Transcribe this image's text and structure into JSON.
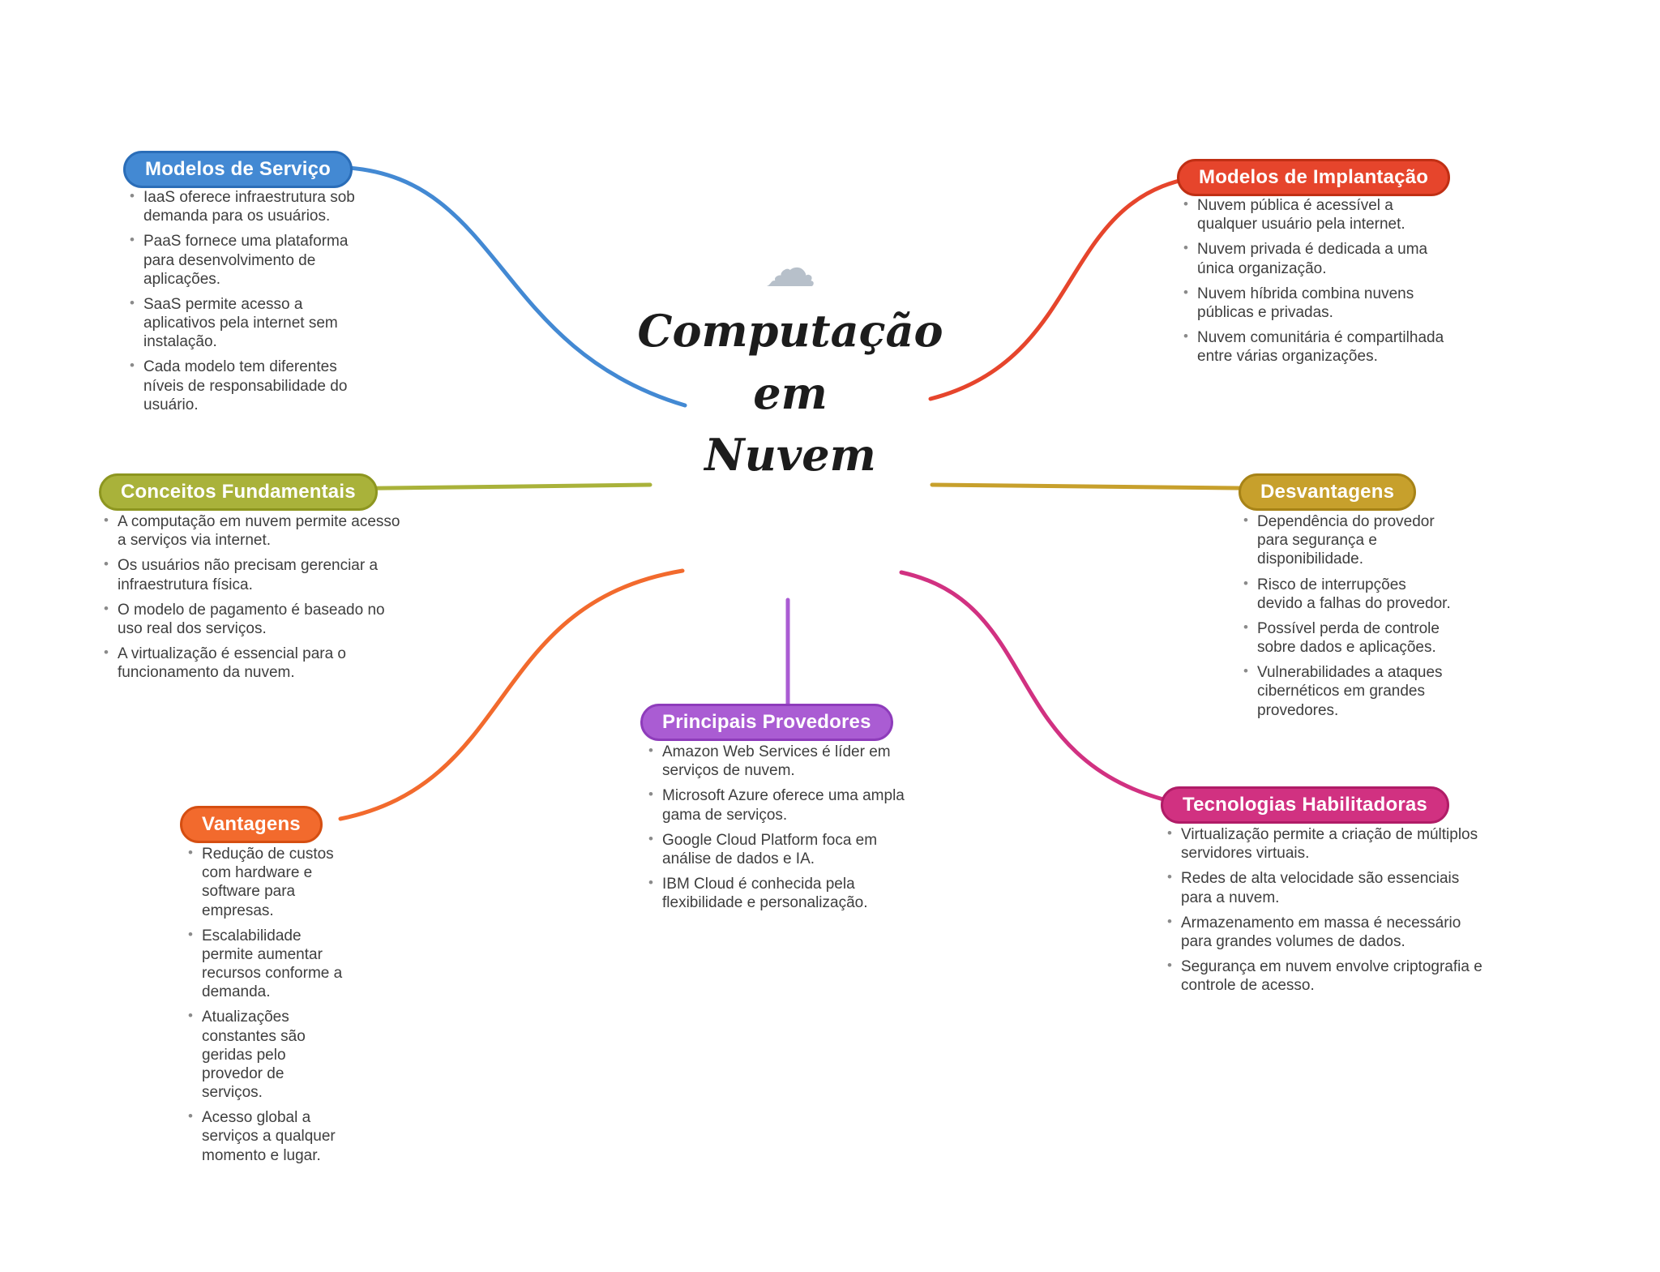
{
  "center": {
    "title_lines": [
      "Computação",
      "em",
      "Nuvem"
    ],
    "cloud_glyph": "☁",
    "cloud_color": "#b7c0ca"
  },
  "branches": [
    {
      "id": "modelos-de-servico",
      "title": "Modelos de Serviço",
      "color": "#4389d3",
      "border_color": "#2a6db8",
      "bullets": [
        "IaaS oferece infraestrutura sob demanda para os usuários.",
        "PaaS fornece uma plataforma para desenvolvimento de aplicações.",
        "SaaS permite acesso a aplicativos pela internet sem instalação.",
        "Cada modelo tem diferentes níveis de responsabilidade do usuário."
      ]
    },
    {
      "id": "modelos-de-implantacao",
      "title": "Modelos de Implantação",
      "color": "#e6452c",
      "border_color": "#c02f14",
      "bullets": [
        "Nuvem pública é acessível a qualquer usuário pela internet.",
        "Nuvem privada é dedicada a uma única organização.",
        "Nuvem híbrida combina nuvens públicas e privadas.",
        "Nuvem comunitária é compartilhada entre várias organizações."
      ]
    },
    {
      "id": "conceitos-fundamentais",
      "title": "Conceitos Fundamentais",
      "color": "#a9b23a",
      "border_color": "#8d9620",
      "bullets": [
        "A computação em nuvem permite acesso a serviços via internet.",
        "Os usuários não precisam gerenciar a infraestrutura física.",
        "O modelo de pagamento é baseado no uso real dos serviços.",
        "A virtualização é essencial para o funcionamento da nuvem."
      ]
    },
    {
      "id": "desvantagens",
      "title": "Desvantagens",
      "color": "#c7a02c",
      "border_color": "#a78317",
      "bullets": [
        "Dependência do provedor para segurança e disponibilidade.",
        "Risco de interrupções devido a falhas do provedor.",
        "Possível perda de controle sobre dados e aplicações.",
        "Vulnerabilidades a ataques cibernéticos em grandes provedores."
      ]
    },
    {
      "id": "vantagens",
      "title": "Vantagens",
      "color": "#f26a2d",
      "border_color": "#d54e11",
      "bullets": [
        "Redução de custos com hardware e software para empresas.",
        "Escalabilidade permite aumentar recursos conforme a demanda.",
        "Atualizações constantes são geridas pelo provedor de serviços.",
        "Acesso global a serviços a qualquer momento e lugar."
      ]
    },
    {
      "id": "principais-provedores",
      "title": "Principais Provedores",
      "color": "#aa5cd3",
      "border_color": "#8e3cbb",
      "bullets": [
        "Amazon Web Services é líder em serviços de nuvem.",
        "Microsoft Azure oferece uma ampla gama de serviços.",
        "Google Cloud Platform foca em análise de dados e IA.",
        "IBM Cloud é conhecida pela flexibilidade e personalização."
      ]
    },
    {
      "id": "tecnologias-habilitadoras",
      "title": "Tecnologias Habilitadoras",
      "color": "#d13181",
      "border_color": "#b01c67",
      "bullets": [
        "Virtualização permite a criação de múltiplos servidores virtuais.",
        "Redes de alta velocidade são essenciais para a nuvem.",
        "Armazenamento em massa é necessário para grandes volumes de dados.",
        "Segurança em nuvem envolve criptografia e controle de acesso."
      ]
    }
  ]
}
